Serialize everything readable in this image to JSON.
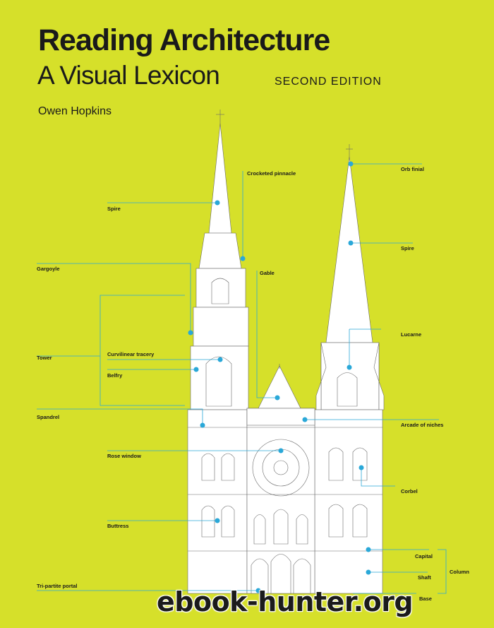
{
  "cover": {
    "title": "Reading Architecture",
    "subtitle": "A Visual Lexicon",
    "edition": "SECOND EDITION",
    "author": "Owen Hopkins",
    "colors": {
      "background": "#d6e02a",
      "leader": "#2aa8d8",
      "ink": "#1a1a1a"
    }
  },
  "labels": {
    "crocketed_pinnacle": "Crocketed pinnacle",
    "orb_finial": "Orb finial",
    "spire_left": "Spire",
    "spire_right": "Spire",
    "gargoyle": "Gargoyle",
    "gable": "Gable",
    "lucarne": "Lucarne",
    "tower": "Tower",
    "curvilinear_tracery": "Curvilinear tracery",
    "belfry": "Belfry",
    "spandrel": "Spandrel",
    "arcade_of_niches": "Arcade of niches",
    "rose_window": "Rose window",
    "corbel": "Corbel",
    "buttress": "Buttress",
    "capital": "Capital",
    "column": "Column",
    "shaft": "Shaft",
    "tri_partite_portal": "Tri-partite portal",
    "base": "Base"
  },
  "watermark": "ebook-hunter.org"
}
